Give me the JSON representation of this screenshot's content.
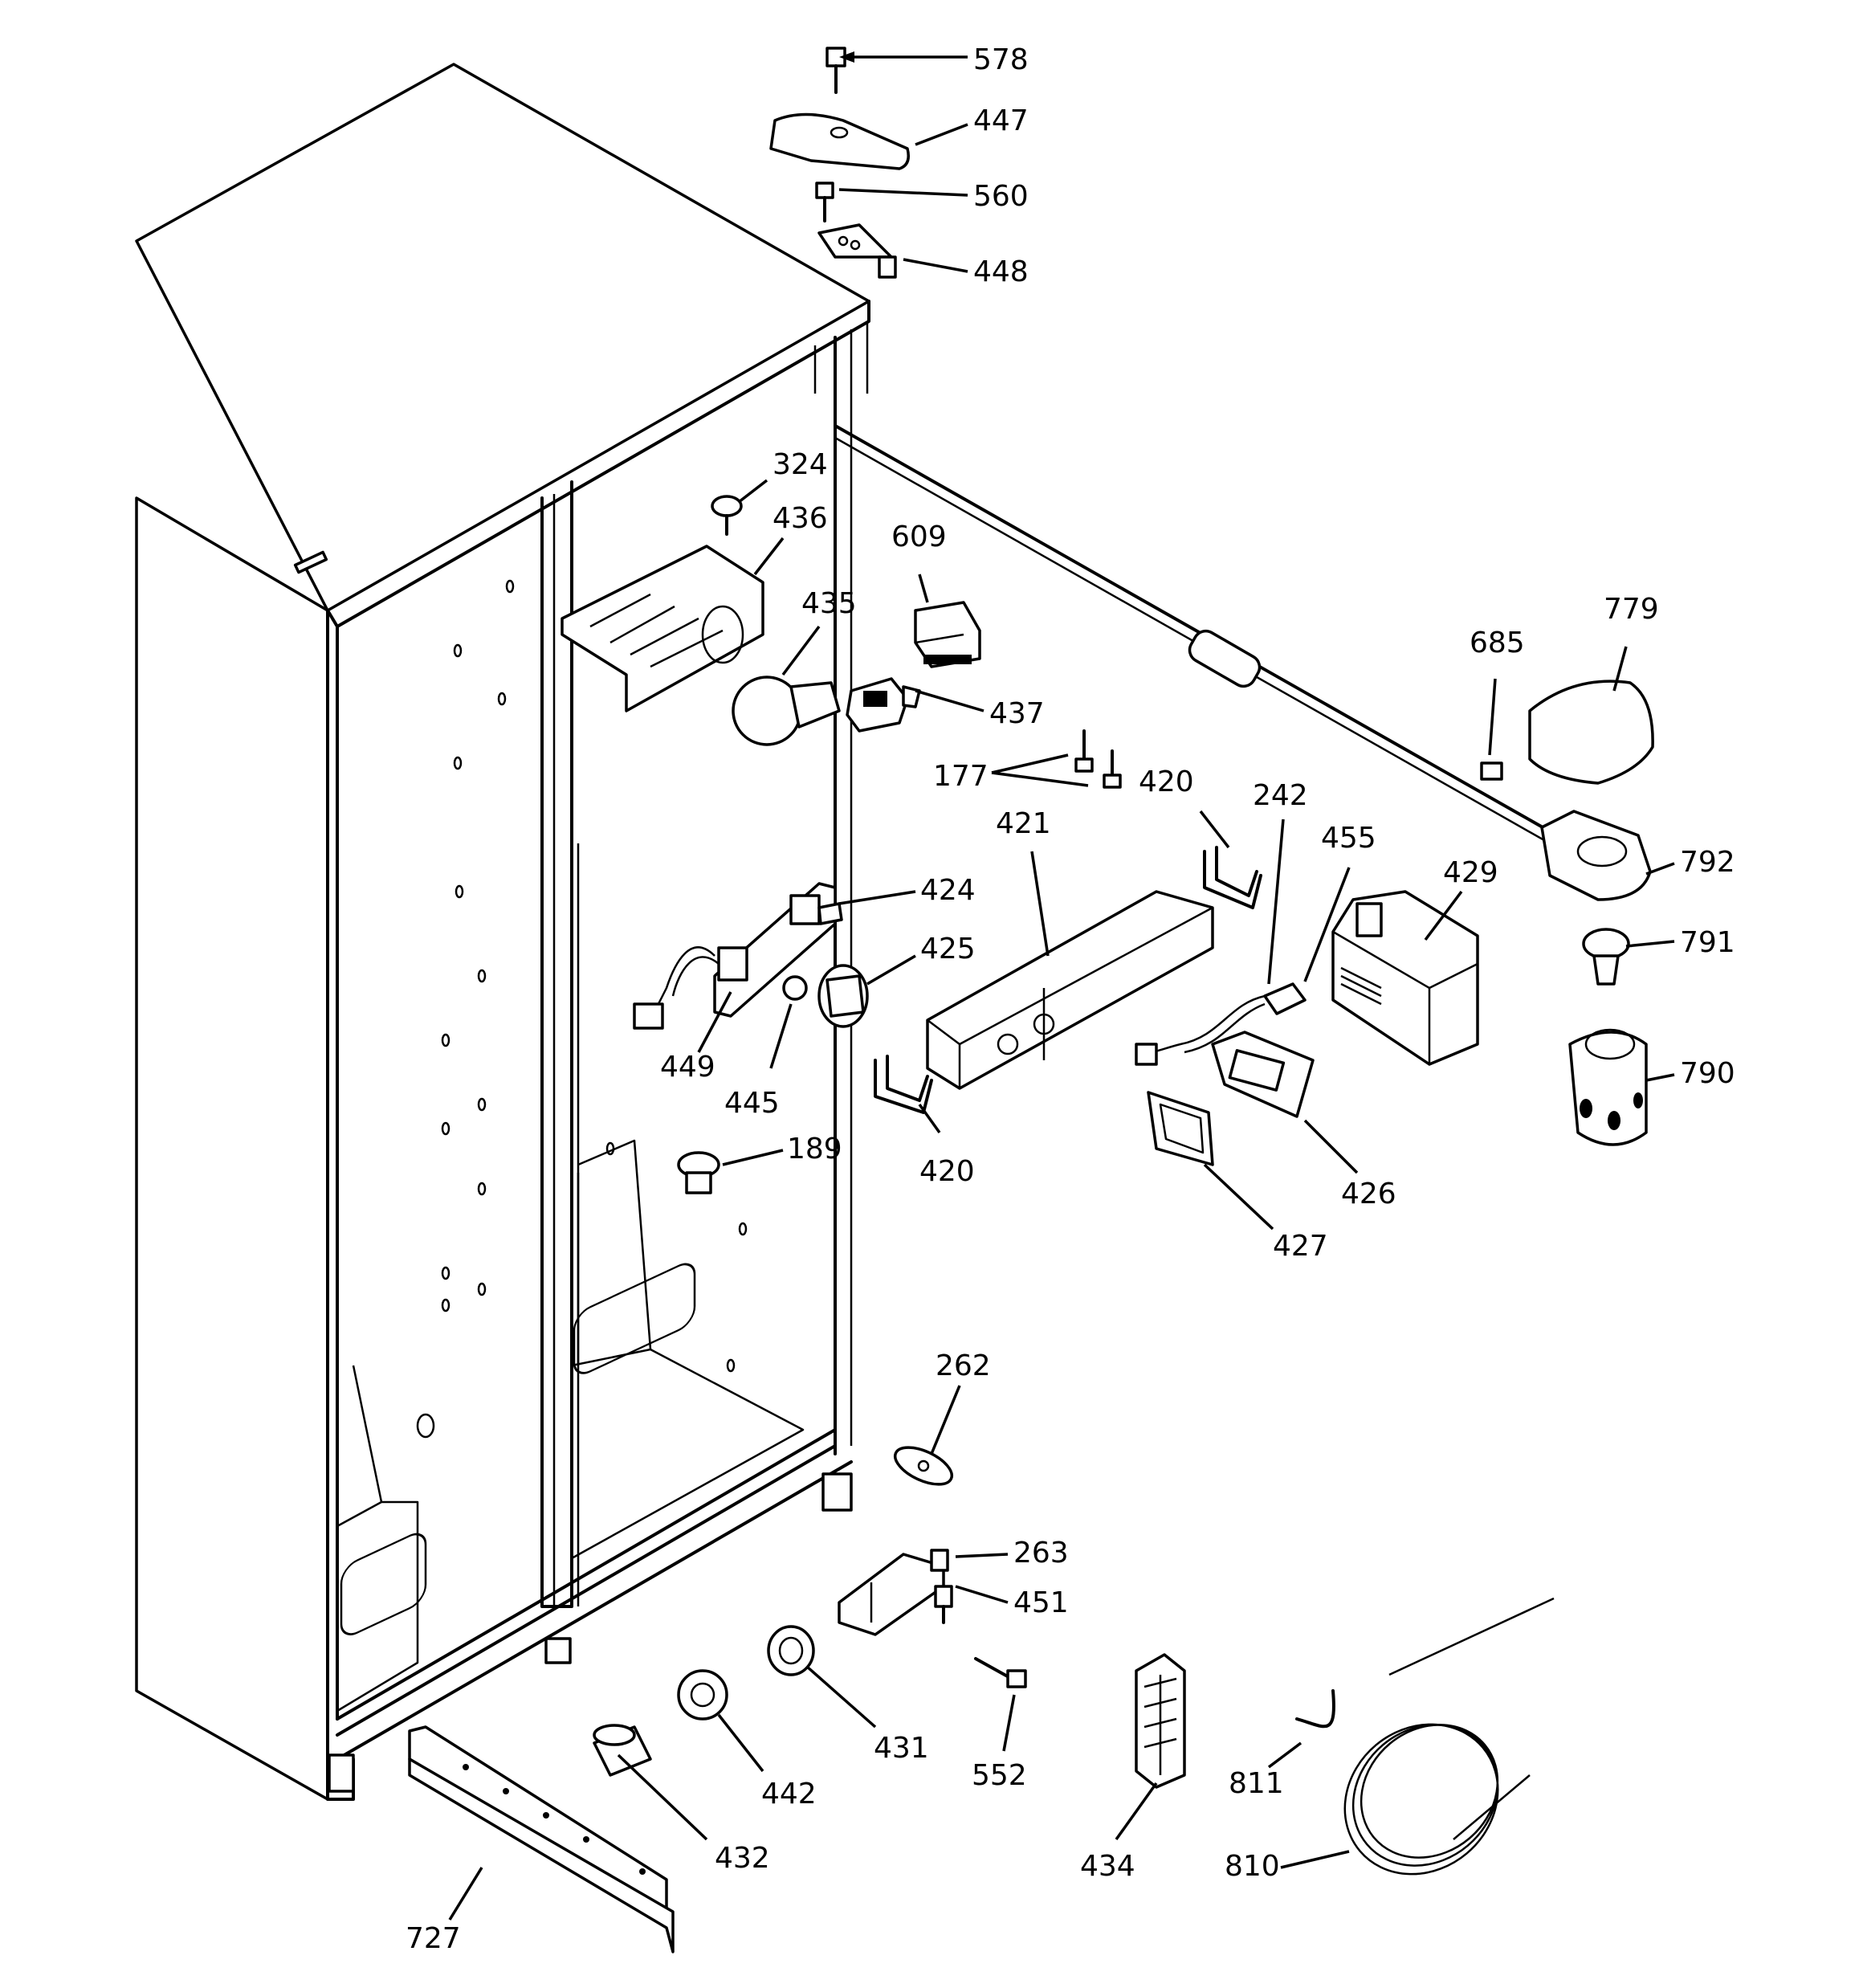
{
  "labels": {
    "p578": "578",
    "p447": "447",
    "p560": "560",
    "p448": "448",
    "p324": "324",
    "p436": "436",
    "p609": "609",
    "p435": "435",
    "p437": "437",
    "p779": "779",
    "p685": "685",
    "p177": "177",
    "p420a": "420",
    "p242": "242",
    "p455": "455",
    "p421": "421",
    "p429": "429",
    "p792": "792",
    "p424": "424",
    "p425": "425",
    "p791": "791",
    "p449": "449",
    "p445": "445",
    "p790": "790",
    "p420b": "420",
    "p426": "426",
    "p189": "189",
    "p427": "427",
    "p262": "262",
    "p263": "263",
    "p451": "451",
    "p431": "431",
    "p442": "442",
    "p552": "552",
    "p811": "811",
    "p432": "432",
    "p434": "434",
    "p810": "810",
    "p727": "727"
  }
}
